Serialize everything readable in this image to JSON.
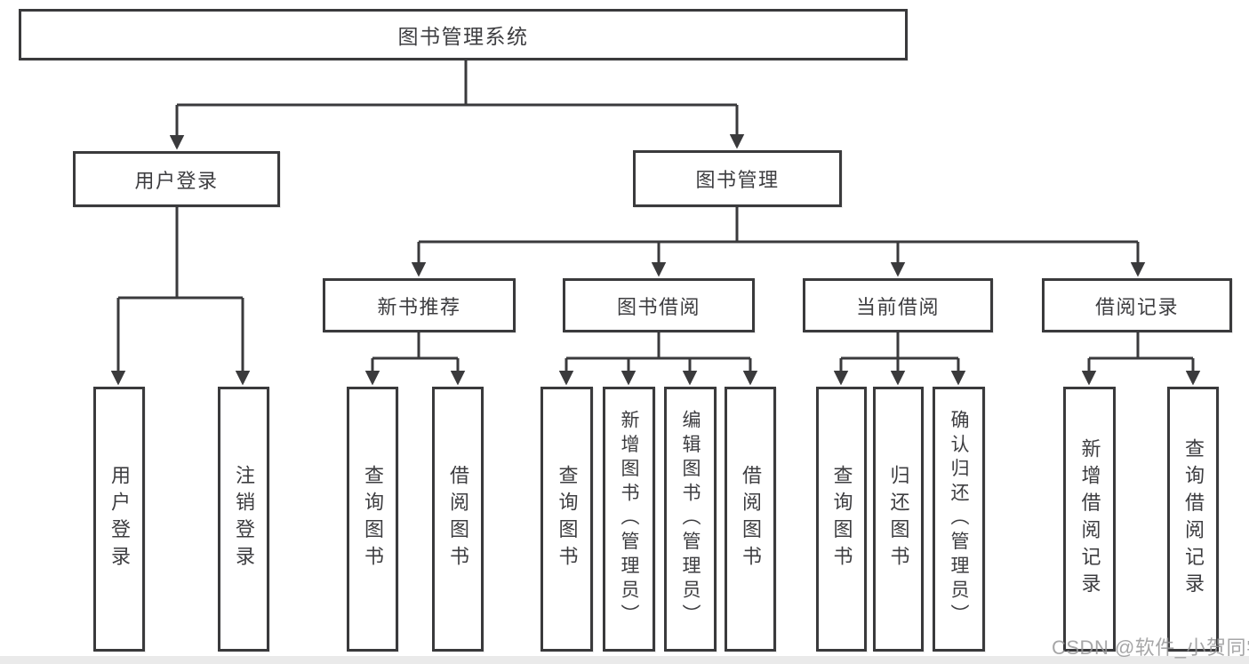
{
  "diagram": {
    "root": {
      "label": "图书管理系统"
    },
    "level2": {
      "user_login": {
        "label": "用户登录"
      },
      "book_mgmt": {
        "label": "图书管理"
      }
    },
    "level3": {
      "new_book": {
        "label": "新书推荐"
      },
      "book_borrow": {
        "label": "图书借阅"
      },
      "cur_borrow": {
        "label": "当前借阅"
      },
      "borrow_rec": {
        "label": "借阅记录"
      }
    },
    "leaves": [
      {
        "label": "用户登录"
      },
      {
        "label": "注销登录"
      },
      {
        "label": "查询图书"
      },
      {
        "label": "借阅图书"
      },
      {
        "label": "查询图书"
      },
      {
        "label": "新增图书（管理员）"
      },
      {
        "label": "编辑图书（管理员）"
      },
      {
        "label": "借阅图书"
      },
      {
        "label": "查询图书"
      },
      {
        "label": "归还图书"
      },
      {
        "label": "确认归还（管理员）"
      },
      {
        "label": "新增借阅记录"
      },
      {
        "label": "查询借阅记录"
      }
    ],
    "watermark": "CSDN @软件_小贺同学",
    "colors": {
      "line": "#3a3a3c",
      "text": "#3d3d40",
      "watermark": "#969698"
    }
  }
}
